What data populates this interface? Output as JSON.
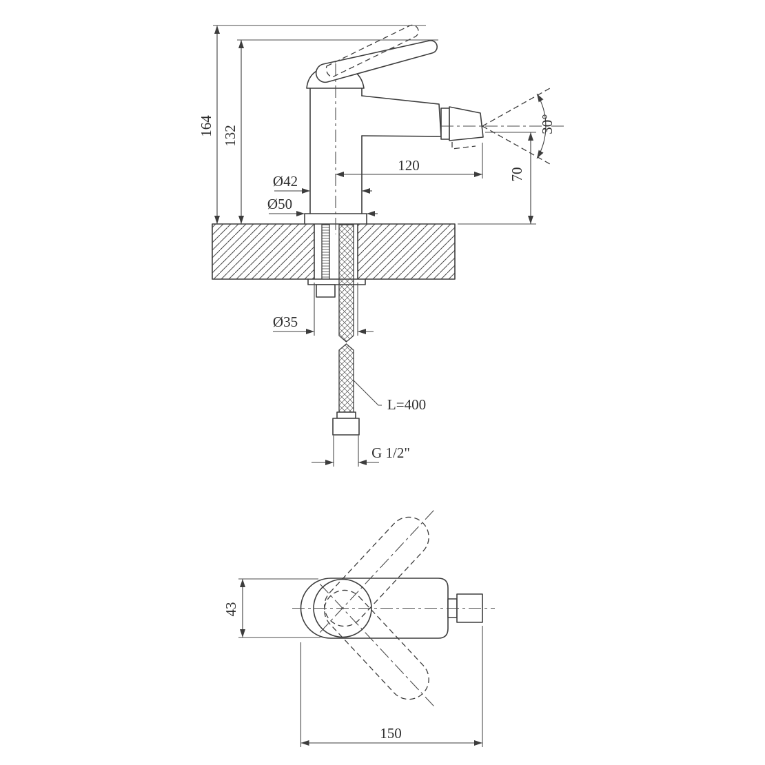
{
  "meta": {
    "background": "#ffffff",
    "line_color": "#3d3d3d",
    "drawing_type": "faucet-technical-dimension-drawing"
  },
  "front_view": {
    "labels": {
      "total_height": "164",
      "body_height": "132",
      "spout_reach": "120",
      "outlet_height": "70",
      "spray_angle": "30°",
      "body_diameter": "Ø42",
      "base_diameter": "Ø50",
      "hole_diameter": "Ø35",
      "hose_length": "L=400",
      "thread_size": "G 1/2\""
    }
  },
  "plan_view": {
    "labels": {
      "body_width": "43",
      "total_length": "150"
    }
  }
}
